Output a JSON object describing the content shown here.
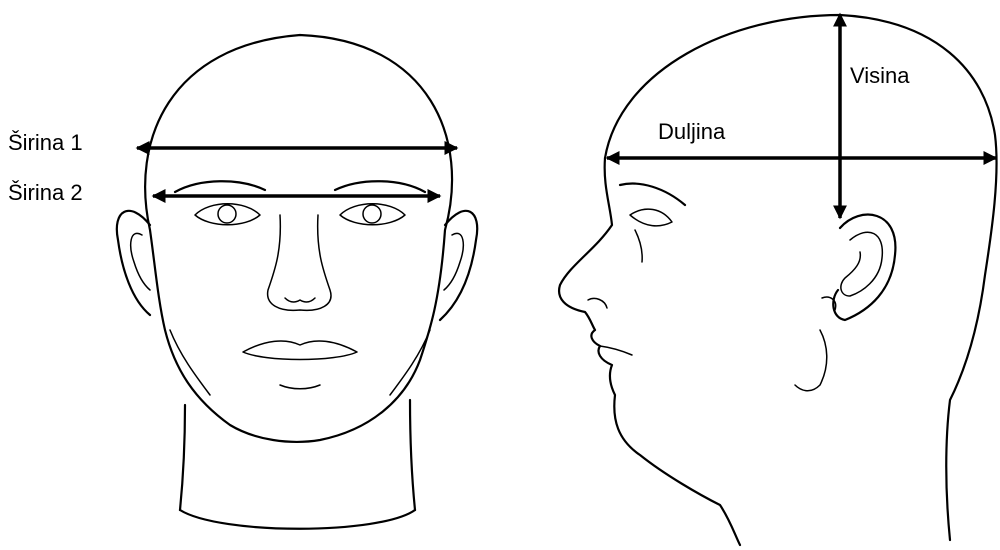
{
  "labels": {
    "width_1": "Širina 1",
    "width_2": "Širina 2",
    "length": "Duljina",
    "height": "Visina"
  }
}
